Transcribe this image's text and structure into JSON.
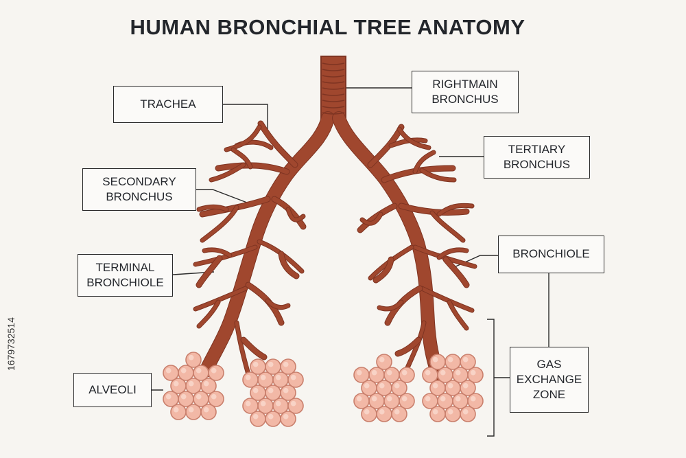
{
  "title": "HUMAN BRONCHIAL TREE ANATOMY",
  "labels": {
    "trachea": "TRACHEA",
    "right_main_bronchus": "RIGHTMAIN\nBRONCHUS",
    "tertiary_bronchus": "TERTIARY\nBRONCHUS",
    "secondary_bronchus": "SECONDARY\nBRONCHUS",
    "bronchiole": "BRONCHIOLE",
    "terminal_bronchiole": "TERMINAL\nBRONCHIOLE",
    "alveoli": "ALVEOLI",
    "gas_exchange_zone": "GAS\nEXCHANGE\nZONE"
  },
  "stock_id": "1679732514",
  "colors": {
    "airway": "#a0472e",
    "airway_dark": "#7e3422",
    "alveolus": "#f2b8a6",
    "alveolus_edge": "#c97f6c",
    "line": "#2b2b2b",
    "background": "#f7f5f1"
  }
}
